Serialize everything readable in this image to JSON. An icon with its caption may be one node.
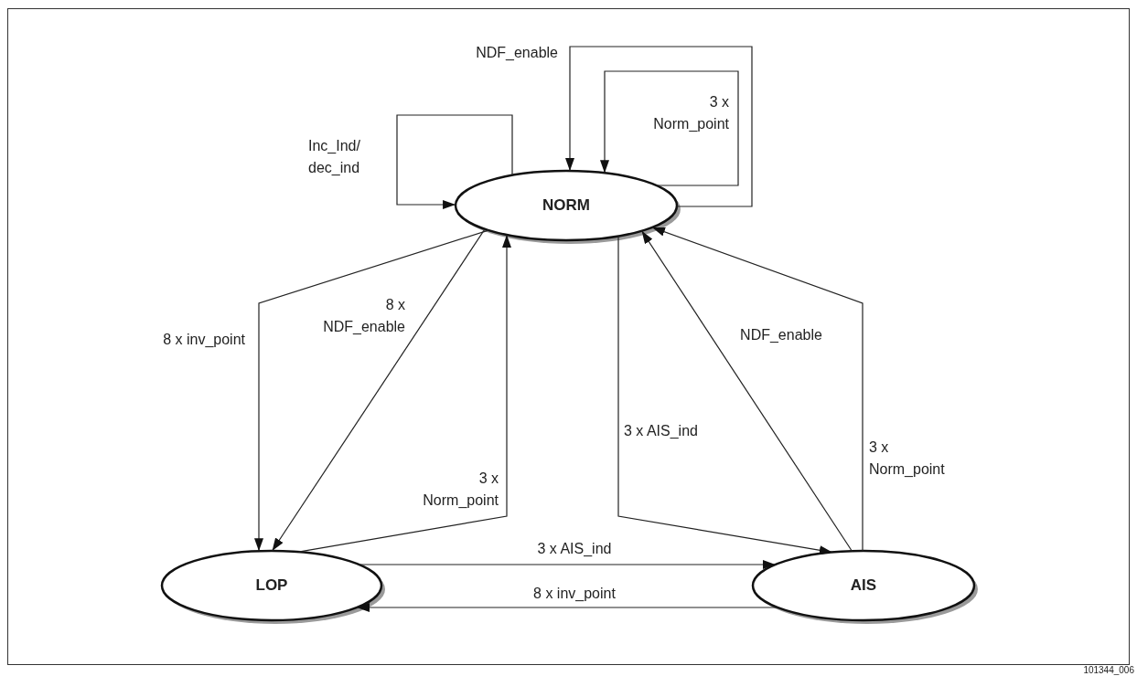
{
  "diagram": {
    "nodes": [
      {
        "text": [
          "NORM"
        ]
      },
      {
        "text": [
          "LOP"
        ]
      },
      {
        "text": [
          "AIS"
        ]
      }
    ],
    "edges": [
      {
        "from": 0,
        "to": 0,
        "arrow": "to",
        "label": "Inc_Ind/ dec_ind"
      },
      {
        "from": 0,
        "to": 0,
        "arrow": "to",
        "label": "NDF_enable"
      },
      {
        "from": 0,
        "to": 0,
        "arrow": "to",
        "label": "3 x Norm_point"
      },
      {
        "from": 0,
        "to": 1,
        "arrow": "to",
        "label": "8 x inv_point"
      },
      {
        "from": 0,
        "to": 1,
        "arrow": "to",
        "label": "8 x NDF_enable"
      },
      {
        "from": 1,
        "to": 0,
        "arrow": "to",
        "label": "3 x Norm_point"
      },
      {
        "from": 0,
        "to": 2,
        "arrow": "to",
        "label": "3 x AIS_ind"
      },
      {
        "from": 2,
        "to": 0,
        "arrow": "to",
        "label": "NDF_enable"
      },
      {
        "from": 2,
        "to": 0,
        "arrow": "to",
        "label": "3 x Norm_point"
      },
      {
        "from": 1,
        "to": 2,
        "arrow": "to",
        "label": "3 x AIS_ind"
      },
      {
        "from": 2,
        "to": 1,
        "arrow": "to",
        "label": "8 x inv_point"
      }
    ],
    "labels": [
      "101344_006"
    ]
  }
}
